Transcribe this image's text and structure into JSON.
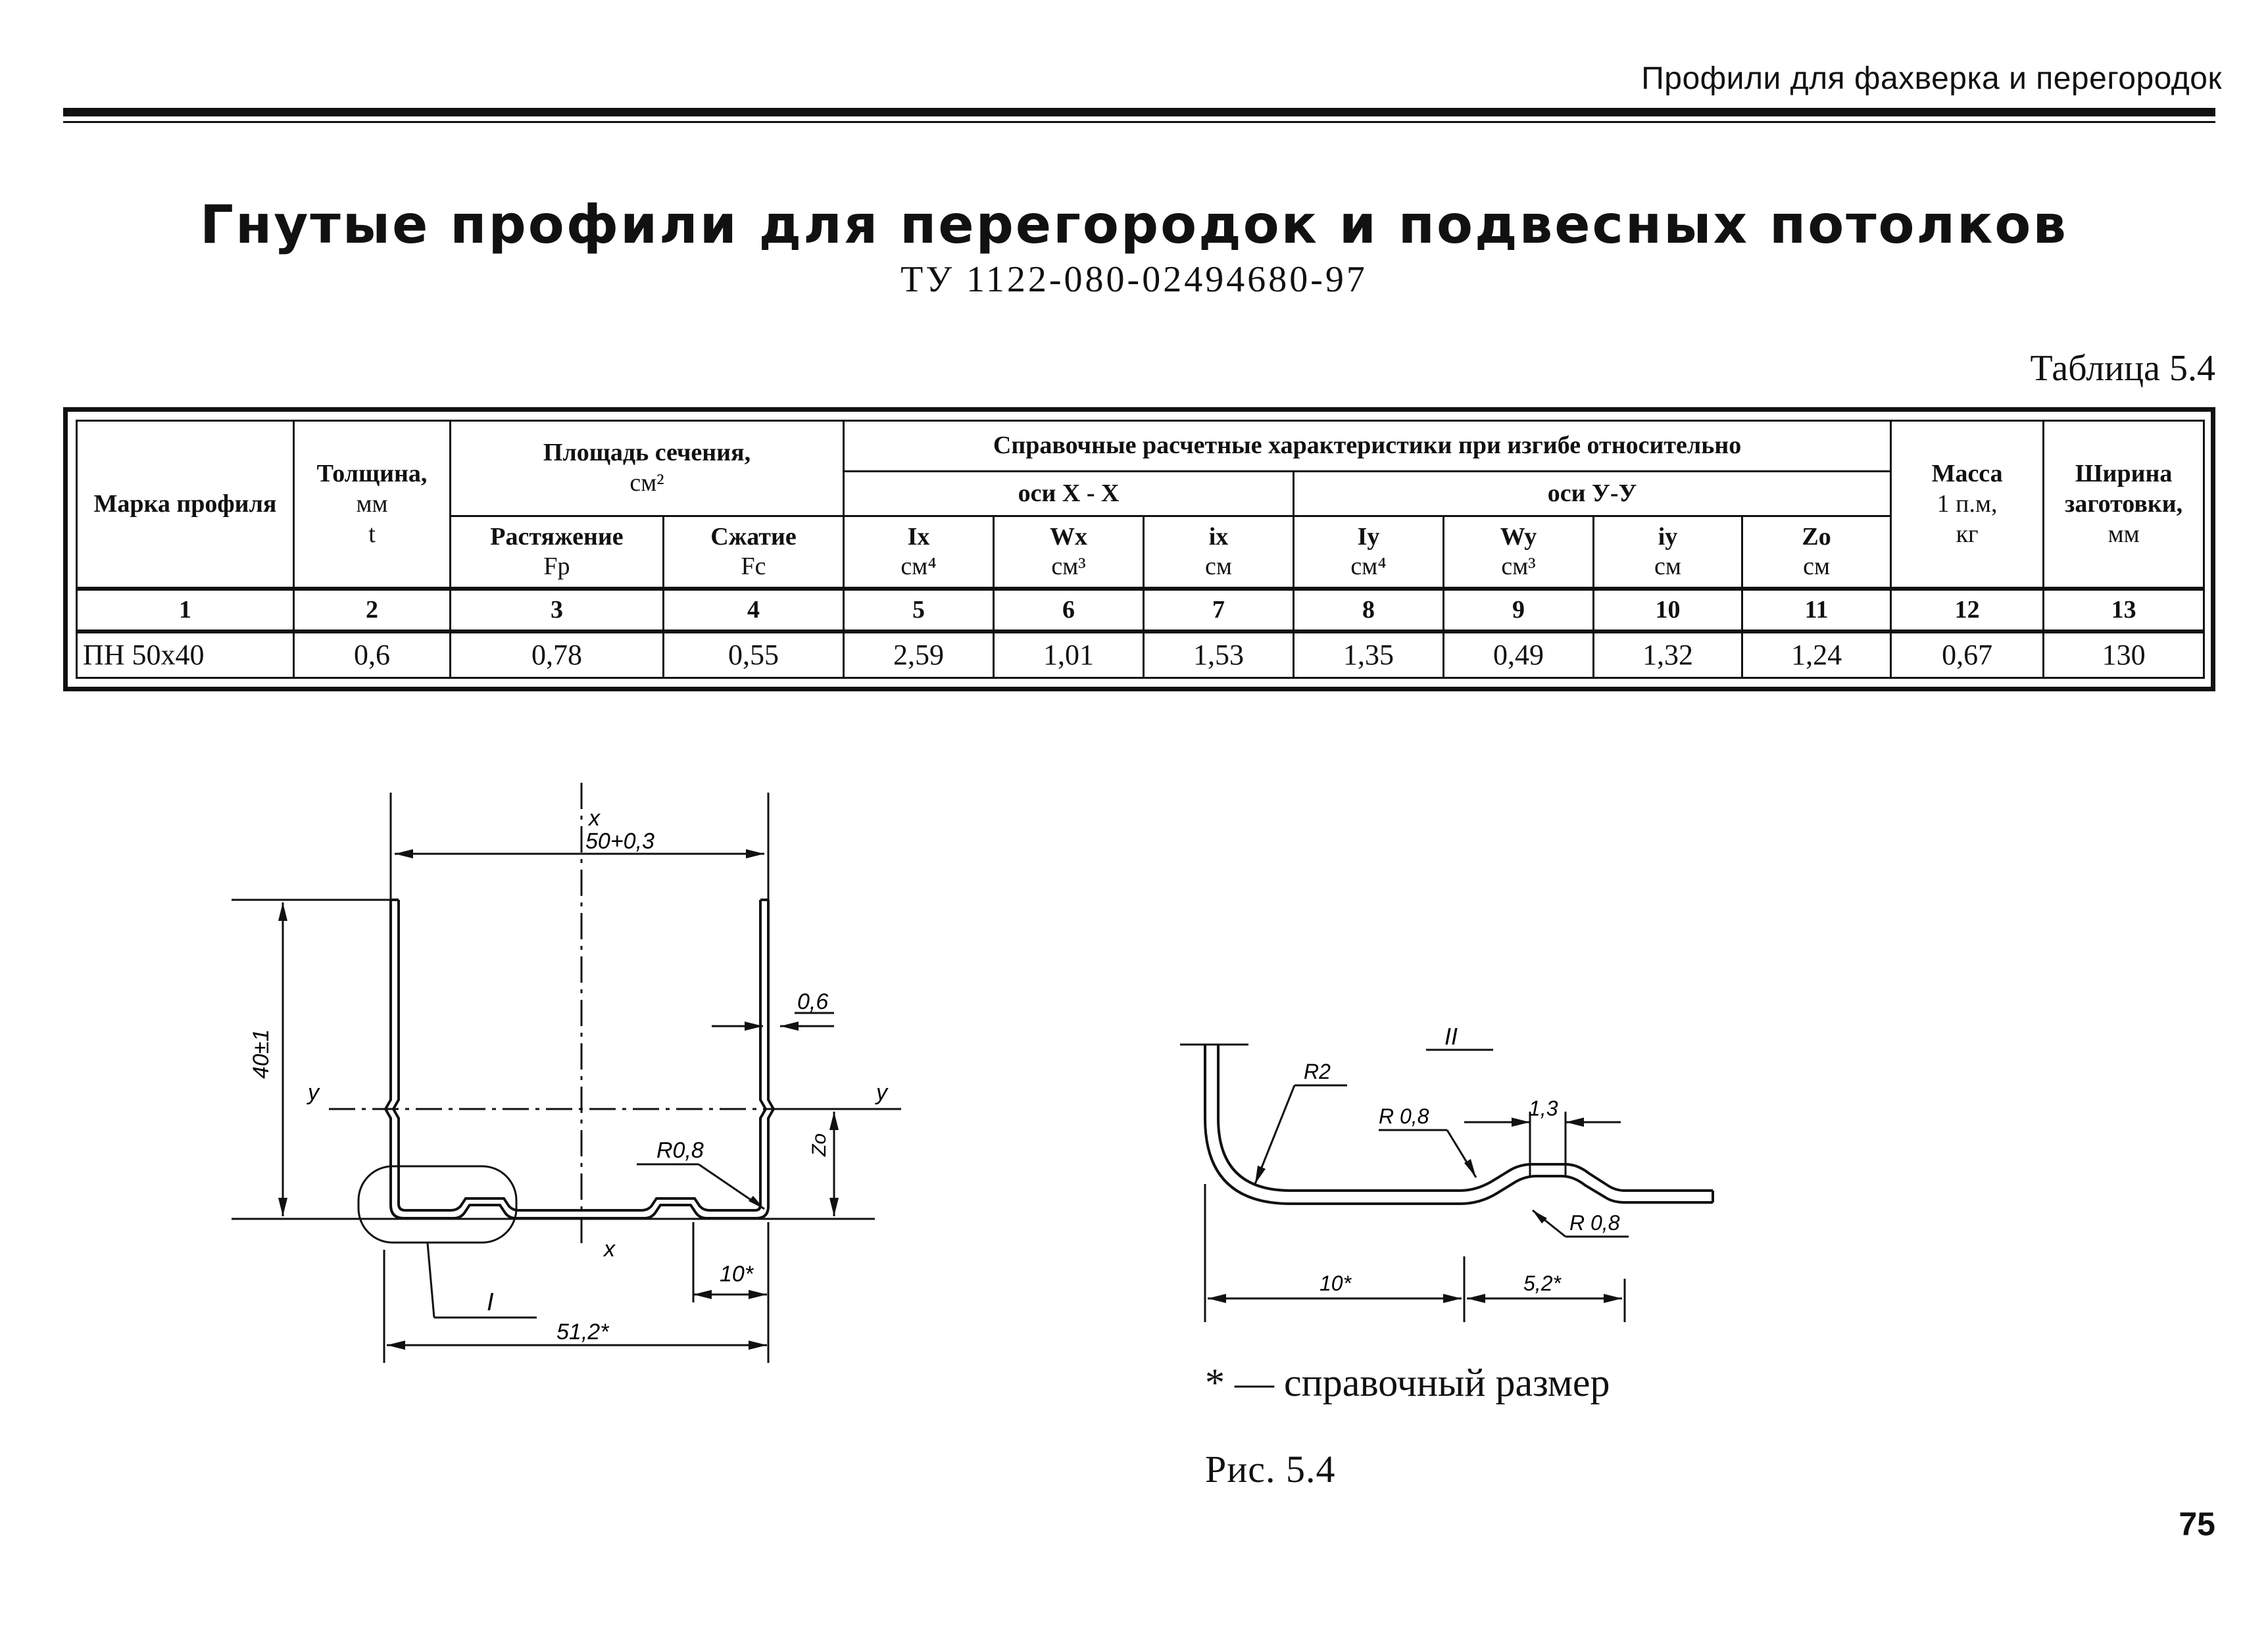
{
  "running_header": "Профили для фахверка и перегородок",
  "title": "Гнутые профили для перегородок и подвесных потолков",
  "subtitle": "ТУ 1122-080-02494680-97",
  "table_label": "Таблица 5.4",
  "table": {
    "h_mark": "Марка профиля",
    "h_thickness": "Толщина,",
    "h_thickness_unit": "мм",
    "h_thickness_sym": "t",
    "h_area": "Площадь сечения,",
    "h_area_unit": "см²",
    "h_area_tension": "Растяжение",
    "h_area_tension_sym": "Fp",
    "h_area_compression": "Сжатие",
    "h_area_compression_sym": "Fc",
    "h_bending": "Справочные расчетные характеристики при изгибе относительно",
    "h_axis_x": "оси X - X",
    "h_axis_y": "оси У-У",
    "h_ix": "Ix",
    "u_ix": "см⁴",
    "h_wx": "Wx",
    "u_wx": "см³",
    "h_ixr": "ix",
    "u_ixr": "см",
    "h_iy": "Iy",
    "u_iy": "см⁴",
    "h_wy": "Wy",
    "u_wy": "см³",
    "h_iyr": "iy",
    "u_iyr": "см",
    "h_zo": "Zo",
    "u_zo": "см",
    "h_mass": "Масса",
    "h_mass_unit": "1 п.м,",
    "h_mass_kg": "кг",
    "h_width": "Ширина",
    "h_width_2": "заготовки,",
    "h_width_unit": "мм",
    "column_numbers": [
      "1",
      "2",
      "3",
      "4",
      "5",
      "6",
      "7",
      "8",
      "9",
      "10",
      "11",
      "12",
      "13"
    ],
    "rows": [
      [
        "ПН 50х40",
        "0,6",
        "0,78",
        "0,55",
        "2,59",
        "1,01",
        "1,53",
        "1,35",
        "0,49",
        "1,32",
        "1,24",
        "0,67",
        "130"
      ]
    ]
  },
  "drawing_main": {
    "dim_width": "50+0,3",
    "dim_height": "40±1",
    "dim_thickness": "0,6",
    "radius": "R0,8",
    "axis_x_top": "x",
    "axis_x_bottom": "x",
    "axis_y_left": "y",
    "axis_y_right": "y",
    "zo_label": "Zo",
    "dim_10": "10*",
    "dim_total": "51,2*",
    "callout": "I"
  },
  "drawing_detail": {
    "title": "II",
    "r2": "R2",
    "r08_top": "R 0,8",
    "dim_13": "1,3",
    "r08_bottom": "R 0,8",
    "dim_10": "10*",
    "dim_52": "5,2*"
  },
  "note": "* — справочный размер",
  "figure_caption": "Рис. 5.4",
  "page_number": "75"
}
